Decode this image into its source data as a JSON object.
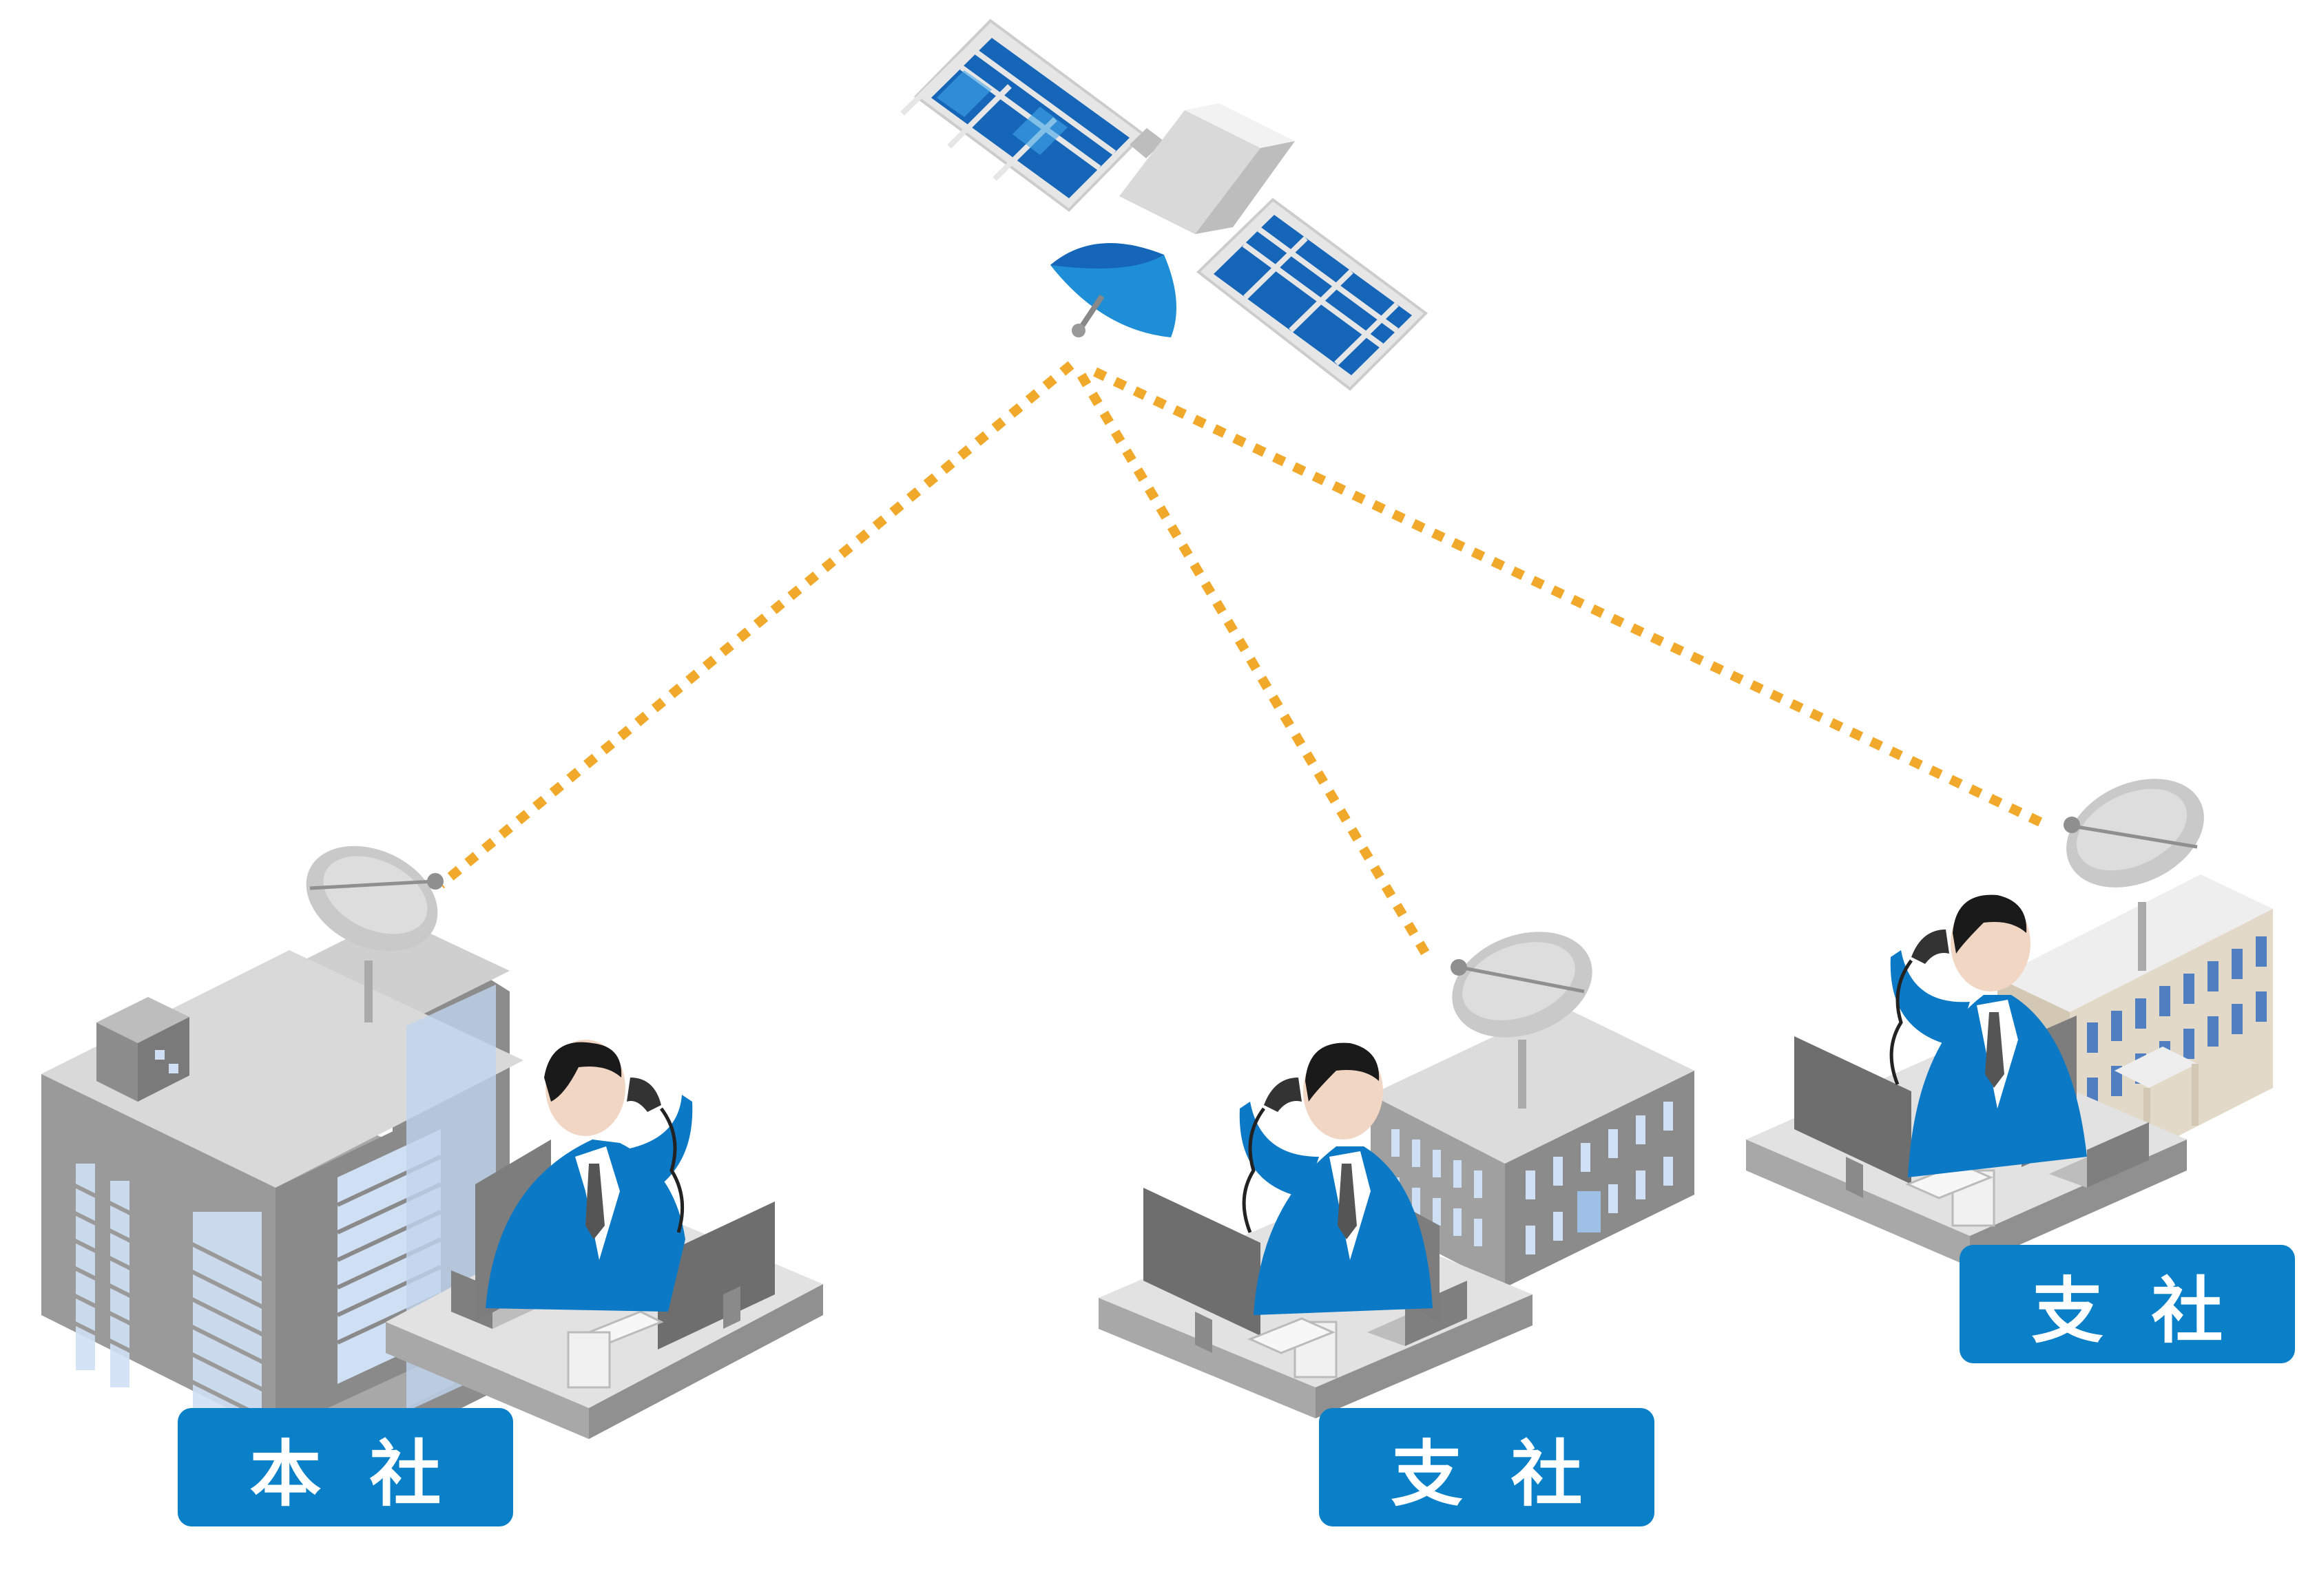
{
  "labels": {
    "headquarters": "本社",
    "branch_center": "支社",
    "branch_right": "支社"
  },
  "colors": {
    "label_bg": "#0a80c9",
    "link_dots": "#f0a92a",
    "suit": "#0b79c6",
    "solar_panel": "#1565b8",
    "building_gray": "#9a9a9a",
    "window_blue": "#cfe0f5",
    "desk": "#d8d8d8",
    "monitor": "#6e6e6e"
  },
  "icons": {
    "satellite": "satellite-icon",
    "dish": "satellite-dish-icon",
    "office_worker": "office-worker-icon",
    "building": "building-icon"
  }
}
